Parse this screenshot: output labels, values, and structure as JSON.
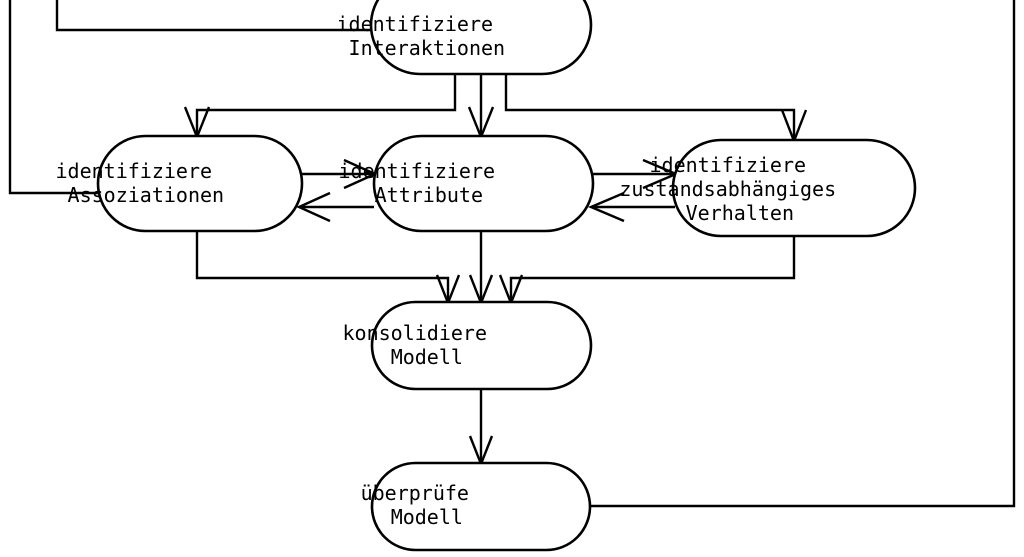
{
  "diagram": {
    "title": "Objektorientierte Analyse - Vorgehensmodell",
    "language": "de",
    "style": {
      "background": "#ffffff",
      "stroke": "#000000",
      "fill": "#ffffff",
      "text": "#000000"
    },
    "nodes": [
      {
        "id": "interaktionen",
        "lines": [
          "identifiziere",
          "Interaktionen"
        ],
        "line1": "identifiziere",
        "line2": "Interaktionen",
        "line3": ""
      },
      {
        "id": "assoziationen",
        "lines": [
          "identifiziere",
          "Assoziationen"
        ],
        "line1": "identifiziere",
        "line2": "Assoziationen",
        "line3": ""
      },
      {
        "id": "attribute",
        "lines": [
          "identifiziere",
          "Attribute"
        ],
        "line1": "identifiziere",
        "line2": "Attribute",
        "line3": ""
      },
      {
        "id": "verhalten",
        "lines": [
          "identifiziere",
          "zustandsabhängiges",
          "Verhalten"
        ],
        "line1": "identifiziere",
        "line2": "zustandsabhängiges",
        "line3": "Verhalten"
      },
      {
        "id": "konsolidiere",
        "lines": [
          "konsolidiere",
          "Modell"
        ],
        "line1": "konsolidiere",
        "line2": "Modell",
        "line3": ""
      },
      {
        "id": "ueberpruefe",
        "lines": [
          "überprüfe",
          "Modell"
        ],
        "line1": "überprüfe",
        "line2": "Modell",
        "line3": ""
      }
    ],
    "edges": [
      {
        "id": "interaktionen-to-assoziationen",
        "from": "interaktionen",
        "to": "assoziationen",
        "arrow": "single"
      },
      {
        "id": "interaktionen-to-attribute",
        "from": "interaktionen",
        "to": "attribute",
        "arrow": "single"
      },
      {
        "id": "interaktionen-to-verhalten",
        "from": "interaktionen",
        "to": "verhalten",
        "arrow": "single"
      },
      {
        "id": "assoziationen-to-attribute",
        "from": "assoziationen",
        "to": "attribute",
        "arrow": "single"
      },
      {
        "id": "attribute-to-assoziationen",
        "from": "attribute",
        "to": "assoziationen",
        "arrow": "single"
      },
      {
        "id": "attribute-to-verhalten",
        "from": "attribute",
        "to": "verhalten",
        "arrow": "single"
      },
      {
        "id": "verhalten-to-attribute",
        "from": "verhalten",
        "to": "attribute",
        "arrow": "single"
      },
      {
        "id": "assoziationen-to-konsolidiere",
        "from": "assoziationen",
        "to": "konsolidiere",
        "arrow": "single"
      },
      {
        "id": "attribute-to-konsolidiere",
        "from": "attribute",
        "to": "konsolidiere",
        "arrow": "single"
      },
      {
        "id": "verhalten-to-konsolidiere",
        "from": "verhalten",
        "to": "konsolidiere",
        "arrow": "single"
      },
      {
        "id": "konsolidiere-to-ueberpruefe",
        "from": "konsolidiere",
        "to": "ueberpruefe",
        "arrow": "single"
      },
      {
        "id": "ueberpruefe-feedback-right",
        "from": "ueberpruefe",
        "to": "offscreen-top-right",
        "arrow": "none"
      },
      {
        "id": "interaktionen-feedback-left-top",
        "from": "interaktionen",
        "to": "offscreen-top-left",
        "arrow": "none"
      },
      {
        "id": "interaktionen-feedback-left-outer",
        "from": "interaktionen",
        "to": "assoziationen",
        "arrow": "none"
      }
    ]
  }
}
